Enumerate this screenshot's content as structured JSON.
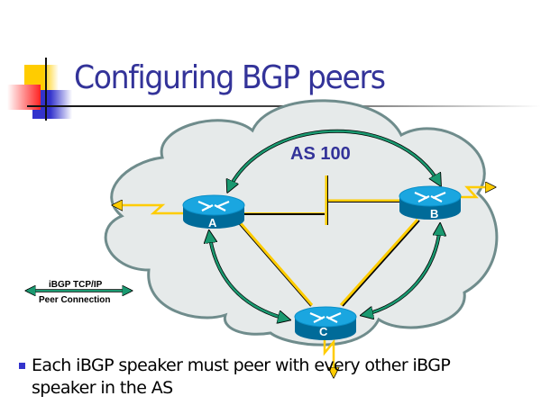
{
  "slide": {
    "title": "Configuring BGP peers",
    "bullets": [
      {
        "icon": "square-bullet-icon",
        "text": "Each iBGP speaker must peer with every other iBGP speaker in the AS"
      }
    ]
  },
  "diagram": {
    "as_label": "AS 100",
    "routers": [
      {
        "id": "A",
        "label": "A"
      },
      {
        "id": "B",
        "label": "B"
      },
      {
        "id": "C",
        "label": "C"
      }
    ],
    "physical_links": [
      {
        "from": "A",
        "to": "B",
        "via": "LAN segment"
      },
      {
        "from": "A",
        "to": "C"
      },
      {
        "from": "B",
        "to": "C"
      }
    ],
    "external_links": [
      {
        "router": "A",
        "direction": "left"
      },
      {
        "router": "B",
        "direction": "right"
      },
      {
        "router": "C",
        "direction": "down"
      }
    ],
    "ibgp_sessions": [
      {
        "from": "A",
        "to": "B"
      },
      {
        "from": "A",
        "to": "C"
      },
      {
        "from": "B",
        "to": "C"
      }
    ],
    "legend": {
      "line1": "iBGP TCP/IP",
      "line2": "Peer Connection"
    },
    "colors": {
      "title": "#333399",
      "cloud_fill": "#e6eaea",
      "cloud_stroke": "#6f8c8c",
      "ibgp_arrow": "#1a9970",
      "physical_link": "#ffcc00",
      "router_top": "#1aa6e0",
      "router_side": "#006b99"
    }
  }
}
